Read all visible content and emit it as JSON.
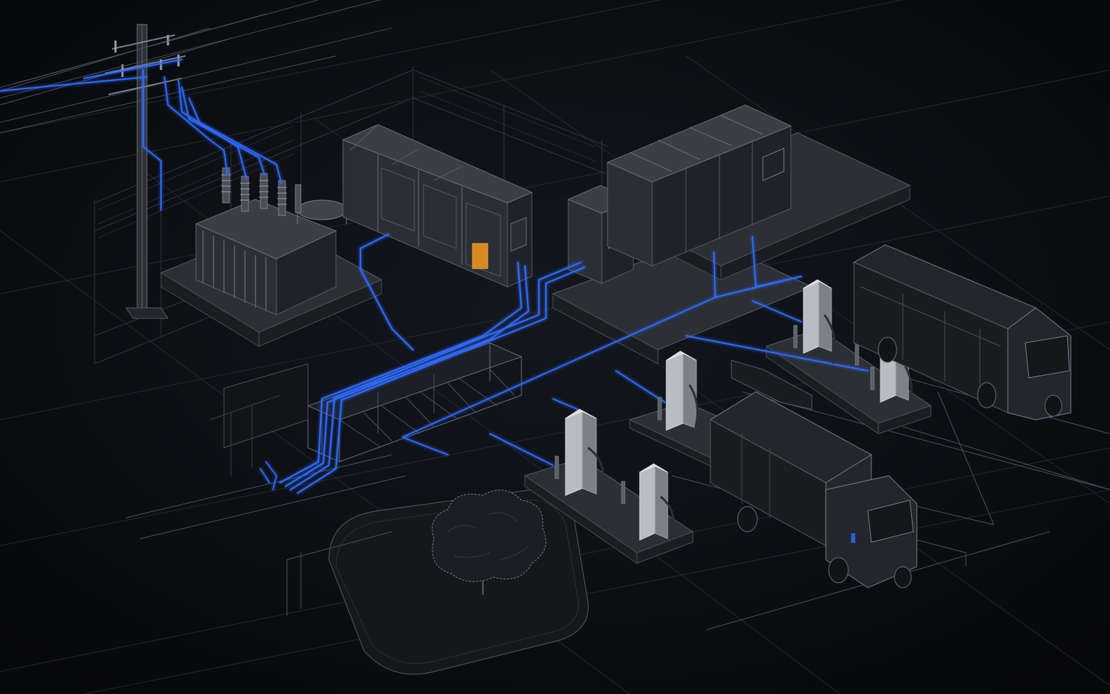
{
  "colors": {
    "background": "#0a0c10",
    "power_line_blue": "#2f6bff",
    "power_line_glow": "#5b8cff",
    "equipment_gray": "#3a3e45",
    "charger_light": "#b9bcc1",
    "warning_orange": "#d98a1f"
  },
  "components": [
    {
      "id": "utility-pole",
      "icon": "utility-pole-icon"
    },
    {
      "id": "transformer",
      "icon": "transformer-icon"
    },
    {
      "id": "switchgear-cabinet",
      "icon": "switchgear-icon"
    },
    {
      "id": "battery-storage",
      "icon": "battery-cabinet-icon"
    },
    {
      "id": "power-cabinet",
      "icon": "power-cabinet-icon"
    },
    {
      "id": "cable-tray",
      "icon": "cable-tray-icon"
    },
    {
      "id": "dc-chargers",
      "icon": "ev-charger-icon"
    },
    {
      "id": "electric-bus",
      "icon": "bus-icon"
    },
    {
      "id": "electric-truck",
      "icon": "truck-icon"
    },
    {
      "id": "tree",
      "icon": "tree-icon"
    }
  ]
}
